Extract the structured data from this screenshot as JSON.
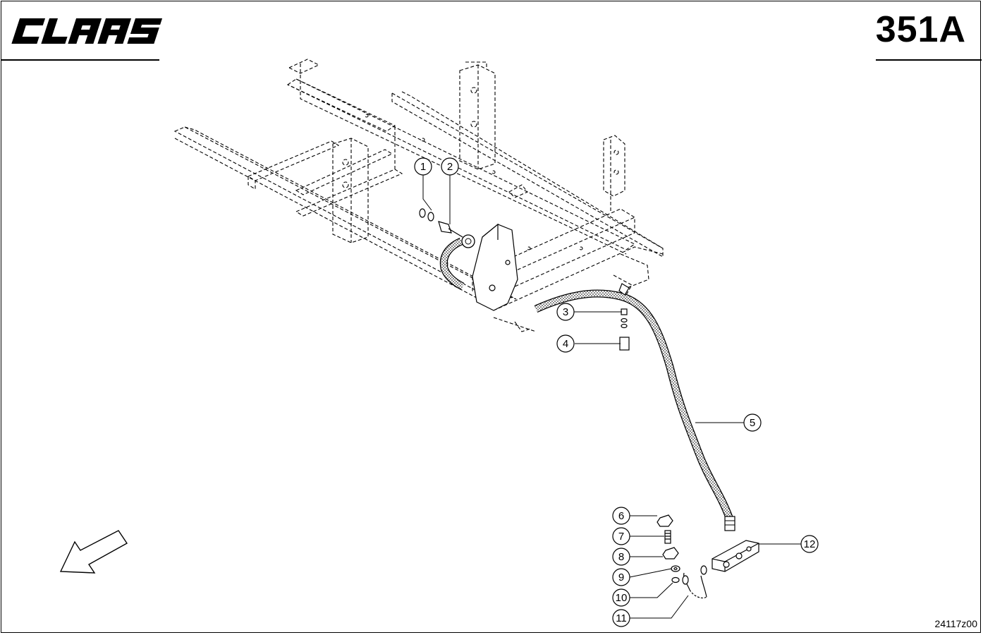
{
  "header": {
    "brand": "CLAAS",
    "page_code": "351A"
  },
  "footer": {
    "drawing_id": "24117z00"
  },
  "callouts": [
    {
      "label": "1"
    },
    {
      "label": "2"
    },
    {
      "label": "3"
    },
    {
      "label": "4"
    },
    {
      "label": "5"
    },
    {
      "label": "6"
    },
    {
      "label": "7"
    },
    {
      "label": "8"
    },
    {
      "label": "9"
    },
    {
      "label": "10"
    },
    {
      "label": "11"
    },
    {
      "label": "12"
    }
  ],
  "colors": {
    "ink": "#000000",
    "paper": "#ffffff"
  }
}
